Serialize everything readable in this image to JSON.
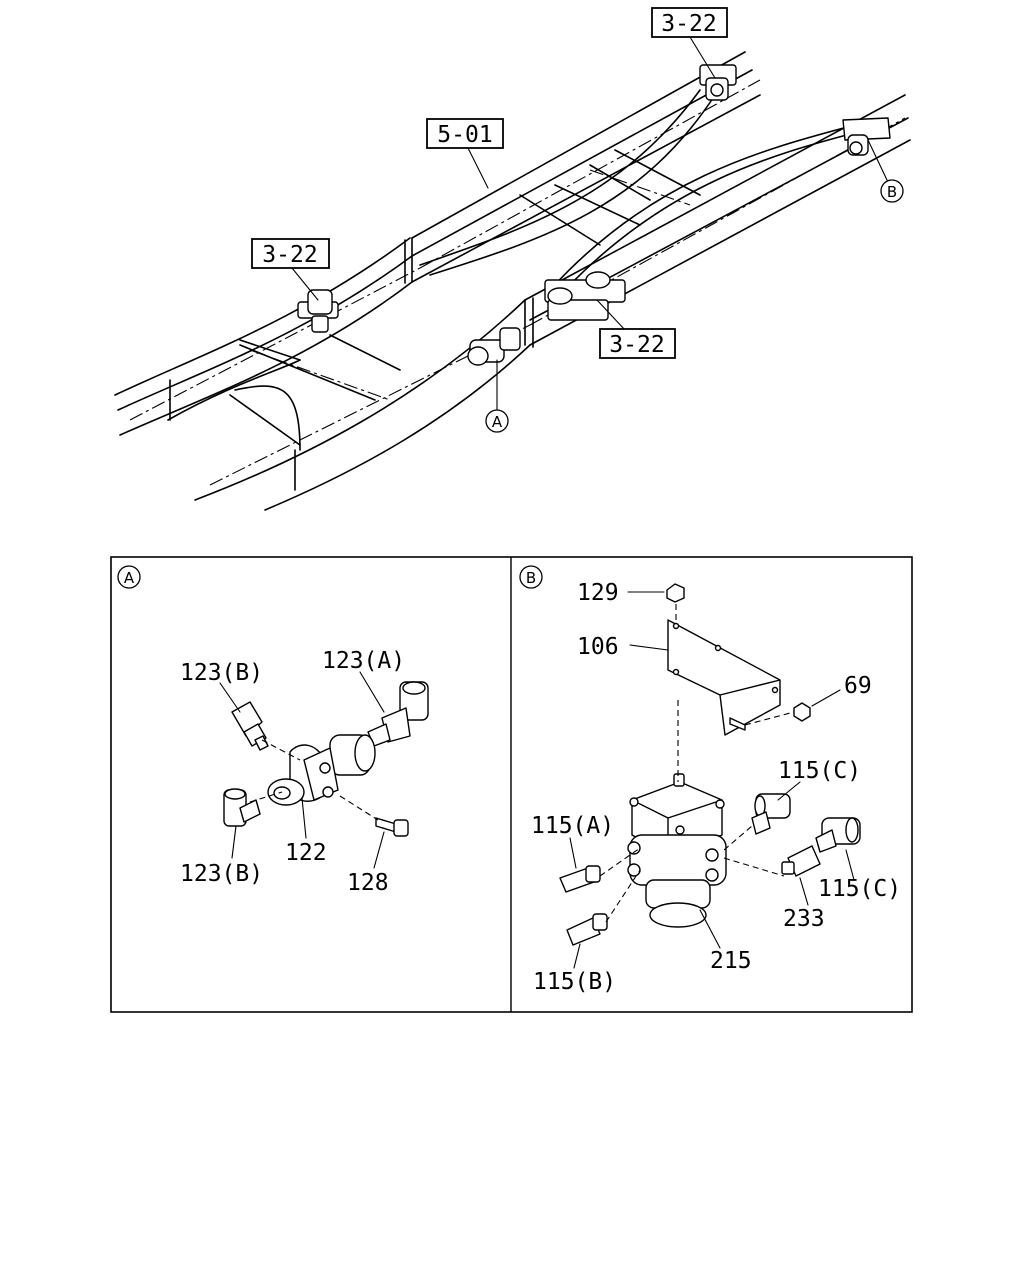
{
  "overview": {
    "ref_top": "3-22",
    "ref_frame": "5-01",
    "ref_left": "3-22",
    "ref_mid": "3-22",
    "callout_a": "A",
    "callout_b": "B"
  },
  "panel_a": {
    "marker": "A",
    "labels": {
      "p123b_top": "123(B)",
      "p123a": "123(A)",
      "p123b_bottom": "123(B)",
      "p122": "122",
      "p128": "128"
    }
  },
  "panel_b": {
    "marker": "B",
    "labels": {
      "p129": "129",
      "p106": "106",
      "p69": "69",
      "p115c_top": "115(C)",
      "p115a": "115(A)",
      "p115c_right": "115(C)",
      "p233": "233",
      "p215": "215",
      "p115b": "115(B)"
    }
  }
}
